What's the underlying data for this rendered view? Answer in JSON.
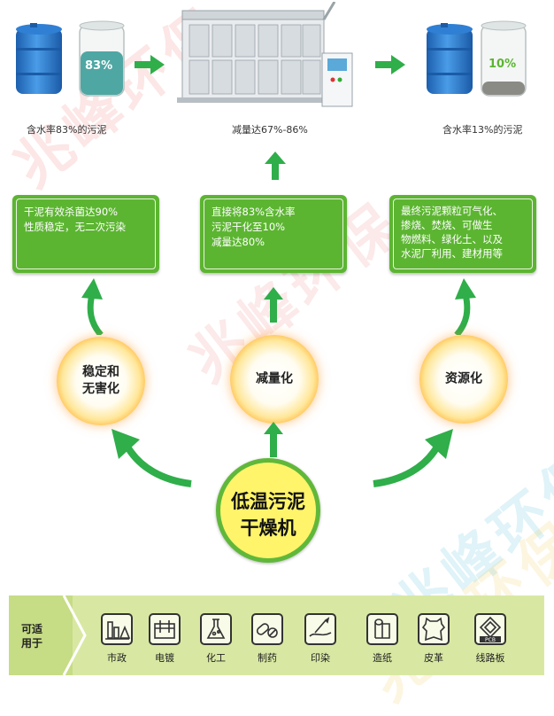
{
  "watermark": "兆峰环保",
  "top": {
    "left_caption": "含水率83%的污泥",
    "left_percent": "83%",
    "middle_caption": "减量达67%-86%",
    "right_caption": "含水率13%的污泥",
    "right_percent": "10%"
  },
  "boxes": [
    {
      "lines": [
        "干泥有效杀菌达90%",
        "性质稳定，无二次污染"
      ]
    },
    {
      "lines": [
        "直接将83%含水率",
        "污泥干化至10%",
        "减量达80%"
      ]
    },
    {
      "lines": [
        "最终污泥颗粒可气化、",
        "掺烧、焚烧、可做生",
        "物燃料、绿化土、以及",
        "水泥厂利用、建材用等"
      ]
    }
  ],
  "orbs": [
    {
      "lines": [
        "稳定和",
        "无害化"
      ]
    },
    {
      "lines": [
        "减量化"
      ]
    },
    {
      "lines": [
        "资源化"
      ]
    }
  ],
  "center": {
    "line1": "低温污泥",
    "line2": "干燥机"
  },
  "applicable": {
    "lead_line1": "可适",
    "lead_line2": "用于",
    "items": [
      {
        "label": "市政",
        "icon": "municipal-icon"
      },
      {
        "label": "电镀",
        "icon": "electroplating-icon"
      },
      {
        "label": "化工",
        "icon": "chemical-flask-icon"
      },
      {
        "label": "制药",
        "icon": "pharmacy-pill-icon"
      },
      {
        "label": "印染",
        "icon": "dyeing-icon"
      },
      {
        "label": "造纸",
        "icon": "paper-roll-icon"
      },
      {
        "label": "皮革",
        "icon": "leather-hide-icon"
      },
      {
        "label": "线路板",
        "icon": "pcb-icon",
        "badge": "PCB"
      }
    ]
  },
  "colors": {
    "green": "#5cb531",
    "arrow_green": "#2fae4a",
    "barrel_blue": "#2f7fd4",
    "band": "#d8e8a3",
    "orb_orange": "#ff8a1a"
  }
}
